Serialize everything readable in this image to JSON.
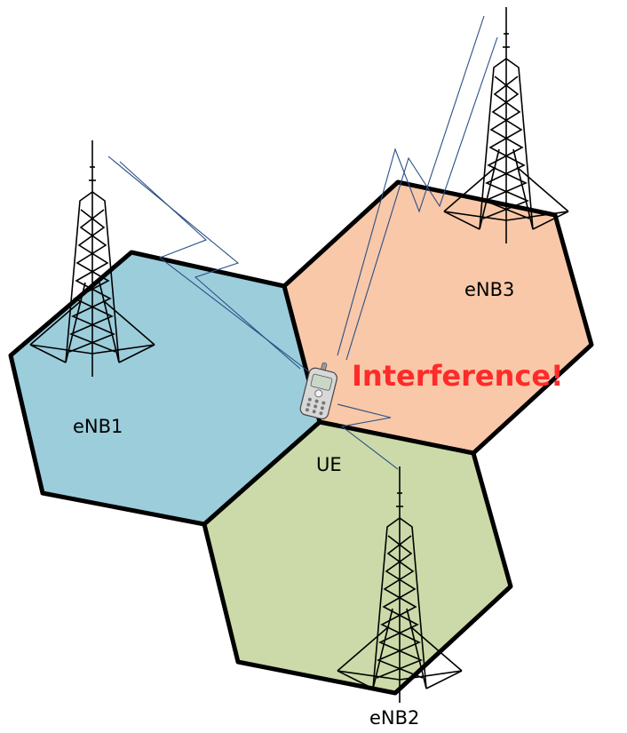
{
  "labels": {
    "enb1": "eNB1",
    "enb2": "eNB2",
    "enb3": "eNB3",
    "ue": "UE",
    "interference": "Interference!"
  },
  "colors": {
    "cell_enb1": "#9ccddb",
    "cell_enb2": "#cbdaa8",
    "cell_enb3": "#f8c8a8",
    "interference_text": "#ff2a2a",
    "signal_line": "#2b4f86"
  },
  "icons": [
    "tower-icon",
    "mobile-phone-icon"
  ]
}
